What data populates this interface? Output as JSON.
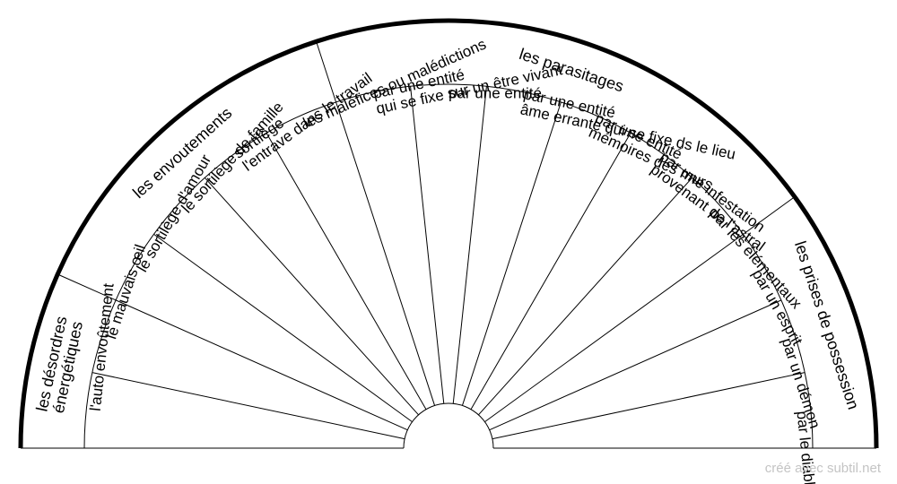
{
  "credit": "créé avec subtil.net",
  "sectors": [
    "l'auto envoûtement",
    "le mauvais œil",
    "le sortilège d'amour",
    "le sortilège de famille",
    "sortilège|l'entrave dans le travail",
    "les maléfices ou malédictions",
    "par une entité|qui se fixe sur un être vivant",
    "par une entité",
    "par une entité|âme errante qui se fixe ds le lieu",
    "par une entité|mémoires des murs",
    "par une infestation|provenant de l'astral",
    "par les élémentaux",
    "par un esprit",
    "par un démon",
    "par le diable"
  ],
  "groups": [
    {
      "label": "les désordres|énergétiques",
      "first": 0,
      "last": 1
    },
    {
      "label": "les envoutements",
      "first": 2,
      "last": 5
    },
    {
      "label": "les parasitages",
      "first": 6,
      "last": 11
    },
    {
      "label": "les prises de possession",
      "first": 12,
      "last": 14
    }
  ]
}
